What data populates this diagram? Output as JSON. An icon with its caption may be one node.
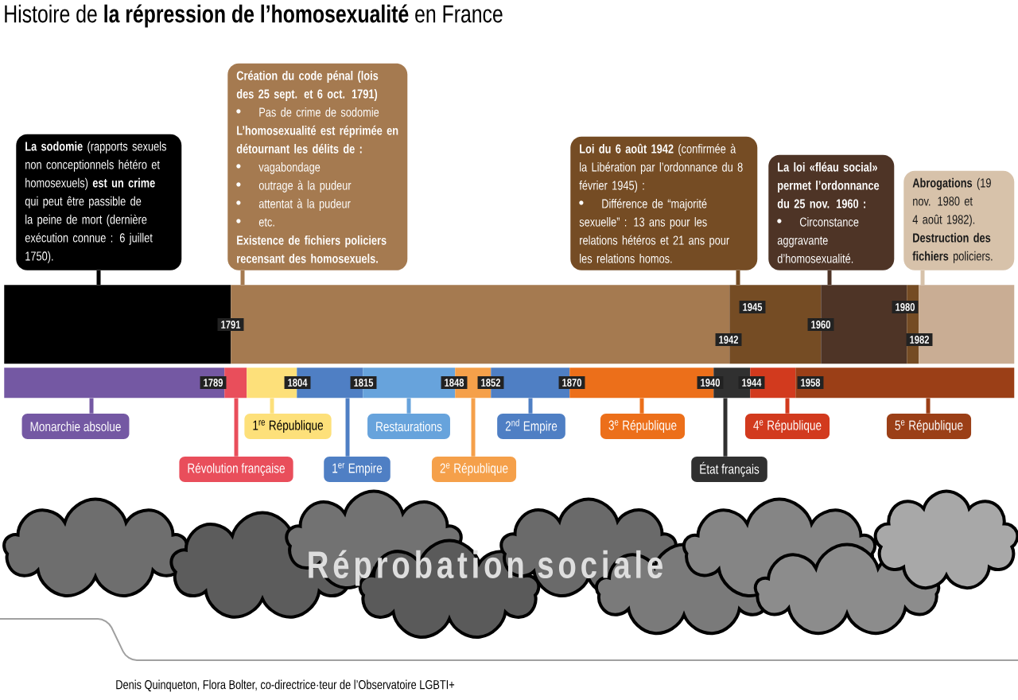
{
  "diagram": {
    "title": "Histoire de **la répression de l’homosexualité** en France",
    "nodes": [
      {
        "text": [
          "**La sodomie** (rapports sexuels non conceptionnels hétéro et homosexuels) **est un crime** qui peut être passible de la peine de mort (dernière exécution connue : 6 juillet 1750)."
        ]
      },
      {
        "text": [
          "**Création du code pénal (lois des 25 sept. et 6 oct. 1791)**",
          "Pas de crime de sodomie",
          "**L’homosexualité est réprimée en détournant les délits de :**",
          "vagabondage",
          "outrage à la pudeur",
          "attentat à la pudeur",
          "etc.",
          "**Existence de fichiers policiers recensant des homosexuels.**"
        ]
      },
      {
        "text": [
          "**Loi du 6 août 1942** (confirmée à la Libération par l’ordonnance du 8 février 1945) :",
          "Différence de “majorité sexuelle” : 13 ans pour les relations hétéros et 21 ans pour les relations homos."
        ]
      },
      {
        "text": [
          "**La loi «fléau social» permet l’ordonnance du 25 nov. 1960 :**",
          "Circonstance aggravante d’homosexualité."
        ]
      },
      {
        "text": [
          "**Abrogations** (19 nov. 1980 et 4 août 1982). **Destruction des fichiers** policiers."
        ]
      },
      {
        "text": [],
        "shape": "bar"
      },
      {
        "text": [],
        "shape": "bar"
      },
      {
        "text": [],
        "shape": "bar"
      },
      {
        "text": [],
        "shape": "bar"
      },
      {
        "text": [],
        "shape": "bar"
      },
      {
        "text": [],
        "shape": "bar"
      },
      {
        "text": [],
        "shape": "bar"
      },
      {
        "text": [],
        "shape": "bar"
      },
      {
        "text": [],
        "shape": "bar"
      },
      {
        "text": [],
        "shape": "bar"
      },
      {
        "text": [],
        "shape": "bar"
      },
      {
        "text": [],
        "shape": "bar"
      },
      {
        "text": [],
        "shape": "bar"
      },
      {
        "text": [],
        "shape": "bar"
      },
      {
        "text": [],
        "shape": "bar"
      },
      {
        "text": [],
        "shape": "bar"
      },
      {
        "text": [],
        "shape": "bar"
      },
      {
        "text": [
          "Monarchie absolue"
        ]
      },
      {
        "text": [
          "Révolution française"
        ]
      },
      {
        "text": [
          "1$^{re}$ République"
        ]
      },
      {
        "text": [
          "1$^{er}$ Empire"
        ]
      },
      {
        "text": [
          "Restaurations"
        ]
      },
      {
        "text": [
          "2$^{e}$ République"
        ]
      },
      {
        "text": [
          "2$^{nd}$ Empire"
        ]
      },
      {
        "text": [
          "3$^{e}$ République"
        ]
      },
      {
        "text": [
          "État français"
        ]
      },
      {
        "text": [
          "4$^{e}$ République"
        ]
      },
      {
        "text": [
          "5$^{e}$ République"
        ]
      }
    ],
    "edges": [
      {
        "from": 0,
        "to": 5,
        "arrow": "none",
        "color": "#000000"
      },
      {
        "from": 1,
        "to": 6,
        "arrow": "none",
        "color": "#a57a50"
      },
      {
        "from": 2,
        "to": 7,
        "arrow": "none",
        "color": "#754c24"
      },
      {
        "from": 3,
        "to": 8,
        "arrow": "none",
        "color": "#4e3426"
      },
      {
        "from": 4,
        "to": 10,
        "arrow": "none",
        "color": "#d7c2aa"
      },
      {
        "from": 11,
        "to": 22,
        "arrow": "none",
        "color": "#7458a3"
      },
      {
        "from": 12,
        "to": 23,
        "arrow": "none",
        "color": "#e94e5b"
      },
      {
        "from": 13,
        "to": 24,
        "arrow": "none",
        "color": "#fde07a"
      },
      {
        "from": 14,
        "to": 25,
        "arrow": "none",
        "color": "#4f7fc4"
      },
      {
        "from": 15,
        "to": 26,
        "arrow": "none",
        "color": "#67a3dc"
      },
      {
        "from": 16,
        "to": 27,
        "arrow": "none",
        "color": "#f5a04a"
      },
      {
        "from": 17,
        "to": 28,
        "arrow": "none",
        "color": "#4f7fc4"
      },
      {
        "from": 18,
        "to": 29,
        "arrow": "none",
        "color": "#ec6f1a"
      },
      {
        "from": 19,
        "to": 30,
        "arrow": "none",
        "color": "#303030"
      },
      {
        "from": 20,
        "to": 31,
        "arrow": "none",
        "color": "#d23a1e"
      },
      {
        "from": 21,
        "to": 32,
        "arrow": "none",
        "color": "#9b3f17"
      }
    ],
    "labels": [
      "1791",
      "1945",
      "1980",
      "1960",
      "1942",
      "1982",
      "1789",
      "1804",
      "1815",
      "1848",
      "1852",
      "1870",
      "1940",
      "1944",
      "1958",
      "Réprobation sociale",
      "Denis Quinqueton, Flora Bolter, co-directrice·teur de l’Observatoire LGBTI+"
    ]
  }
}
